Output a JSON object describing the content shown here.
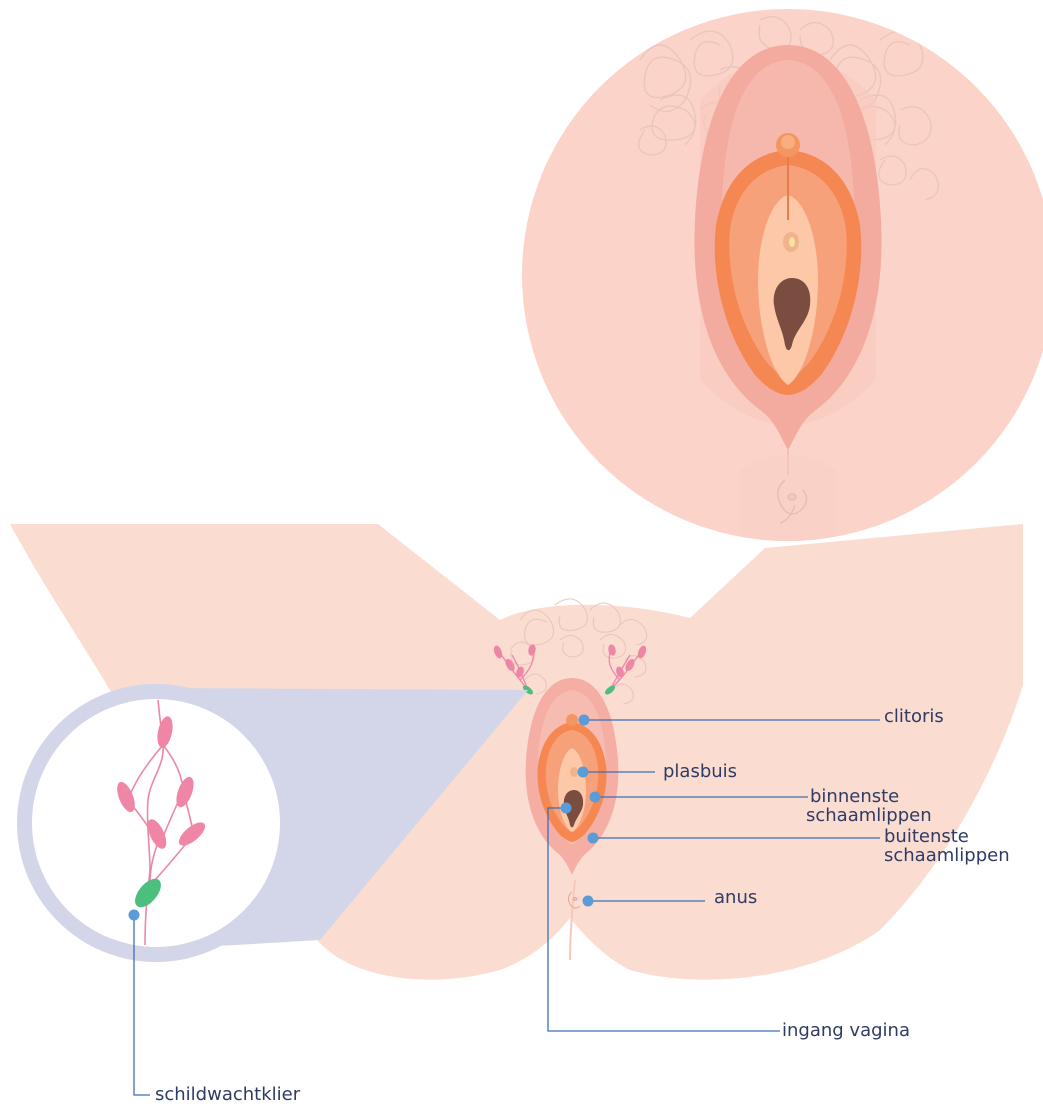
{
  "labels": {
    "clitoris": "clitoris",
    "plasbuis": "plasbuis",
    "binnenste_1": "binnenste",
    "binnenste_2": "schaamlippen",
    "buitenste_1": "buitenste",
    "buitenste_2": "schaamlippen",
    "anus": "anus",
    "ingang_vagina": "ingang vagina",
    "schildwachtklier": "schildwachtklier"
  },
  "colors": {
    "skin": "#fbdcd1",
    "skin_dark": "#f6c3b6",
    "labia_outer": "#f3b2a7",
    "labia_inner": "#f38a55",
    "labia_inner_fill": "#f7a77c",
    "vestibule": "#fbc7a6",
    "vagina": "#7a4d42",
    "hair": "#e8c7bd",
    "magnifier": "#d3d6e8",
    "leader_line": "#3c6fb4",
    "dot": "#5b9bd8",
    "lymph_node": "#ef86a6",
    "sentinel_node": "#4cbf7e",
    "lymph_vessel": "#ef86a6"
  },
  "icons": {
    "label_marker": "dot-icon",
    "detail_view": "magnifier-circle"
  }
}
